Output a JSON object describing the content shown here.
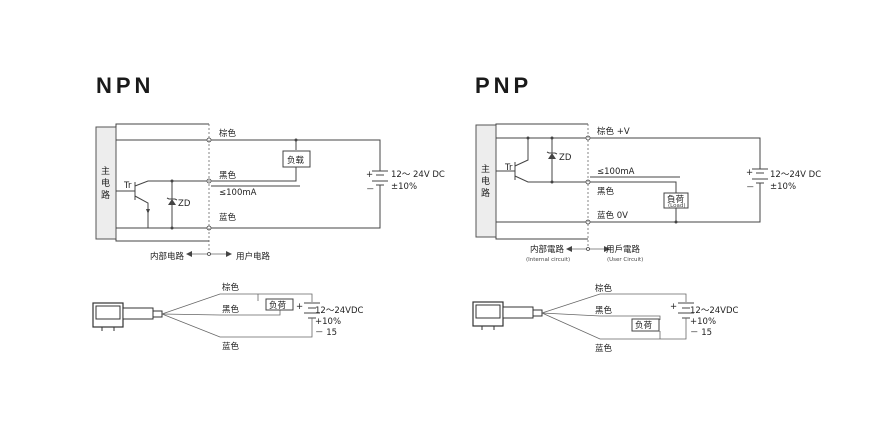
{
  "npn": {
    "heading": "NPN",
    "main_circuit": [
      "主",
      "电",
      "路"
    ],
    "transistor": "Tr",
    "zener": "ZD",
    "brown": "棕色",
    "black": "黑色",
    "blue": "蓝色",
    "load": "负载",
    "current": "≤100mA",
    "supply_voltage": "12～ 24V DC",
    "supply_tolerance": "±10%",
    "internal": "内部电路",
    "user": "用户电路",
    "wiring": {
      "brown": "棕色",
      "black": "黑色",
      "blue": "蓝色",
      "load": "负荷",
      "voltage": "12～24VDC",
      "tol_plus": "+10%",
      "tol_minus": "－ 15"
    }
  },
  "pnp": {
    "heading": "PNP",
    "main_circuit": [
      "主",
      "电",
      "路"
    ],
    "transistor": "Tr",
    "zener": "ZD",
    "brown": "棕色 +V",
    "black": "黑色",
    "blue": "蓝色 0V",
    "load": "負荷",
    "load_sub": "(Load)",
    "current": "≤100mA",
    "supply_voltage": "12～24V DC",
    "supply_tolerance": "±10%",
    "internal": "内部電路",
    "internal_en": "(Internal circuit)",
    "user": "用戶電路",
    "user_en": "(User Circuit)",
    "wiring": {
      "brown": "棕色",
      "black": "黑色",
      "blue": "蓝色",
      "load": "负荷",
      "voltage": "12～24VDC",
      "tol_plus": "+10%",
      "tol_minus": "－ 15"
    }
  },
  "symbols": {
    "plus": "+",
    "minus": "－",
    "arrow_left": "◀",
    "arrow_right": "▶"
  }
}
